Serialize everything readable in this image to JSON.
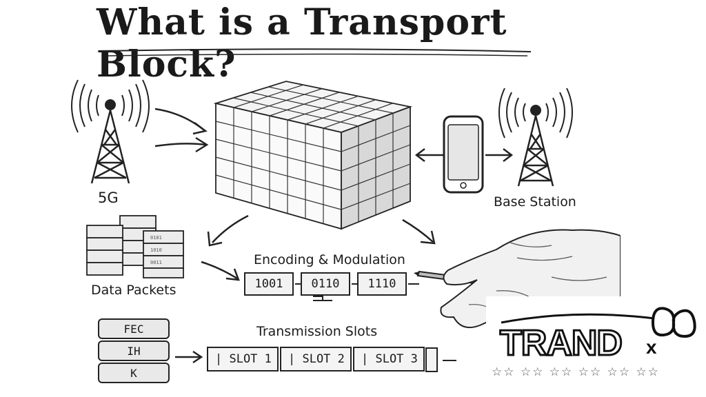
{
  "title": "What is a Transport Block?",
  "labels": {
    "fiveg": "5G",
    "base_station": "Base Station",
    "data_packets": "Data Packets",
    "encoding_modulation": "Encoding & Modulation",
    "transmission_slots": "Transmission Slots"
  },
  "encoding_bits": [
    "1001",
    "0110",
    "1110"
  ],
  "slots": [
    "| SLOT 1",
    "| SLOT 2",
    "| SLOT 3"
  ],
  "header_stack": [
    "FEC",
    "IH",
    "K"
  ],
  "logo": {
    "word": "TRAND",
    "suffix": "x",
    "stars": "☆☆ ☆☆ ☆☆ ☆☆ ☆☆ ☆☆"
  }
}
